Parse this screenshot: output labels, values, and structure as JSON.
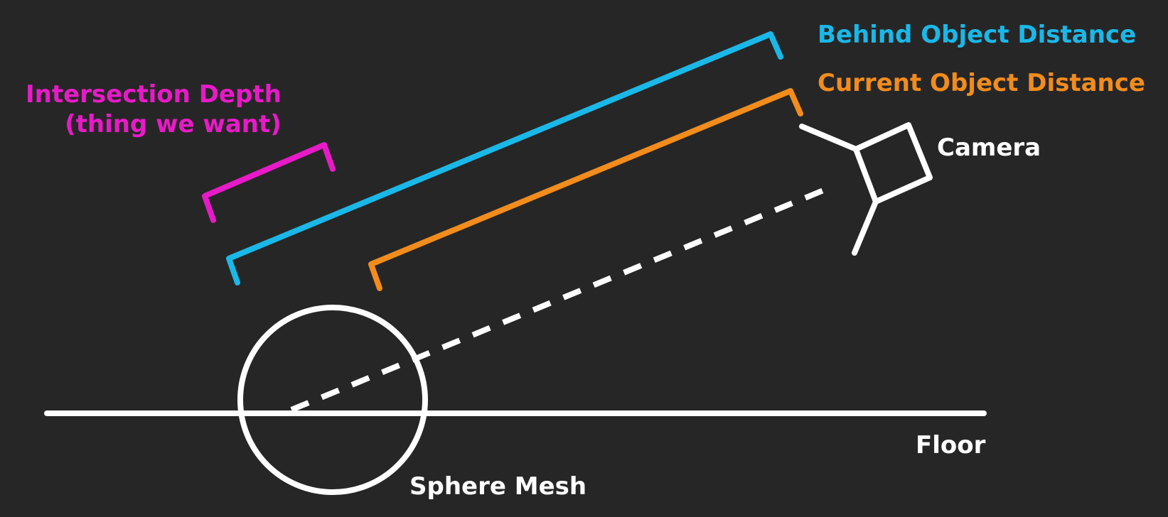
{
  "labels": {
    "behind_object_distance": "Behind Object Distance",
    "current_object_distance": "Current Object Distance",
    "intersection_depth_line1": "Intersection Depth",
    "intersection_depth_line2": "(thing we want)",
    "camera": "Camera",
    "floor": "Floor",
    "sphere_mesh": "Sphere Mesh"
  },
  "colors": {
    "background": "#262626",
    "behind": "#1ab8e8",
    "current": "#f28c1c",
    "depth": "#e81ac8",
    "line": "#ffffff"
  }
}
